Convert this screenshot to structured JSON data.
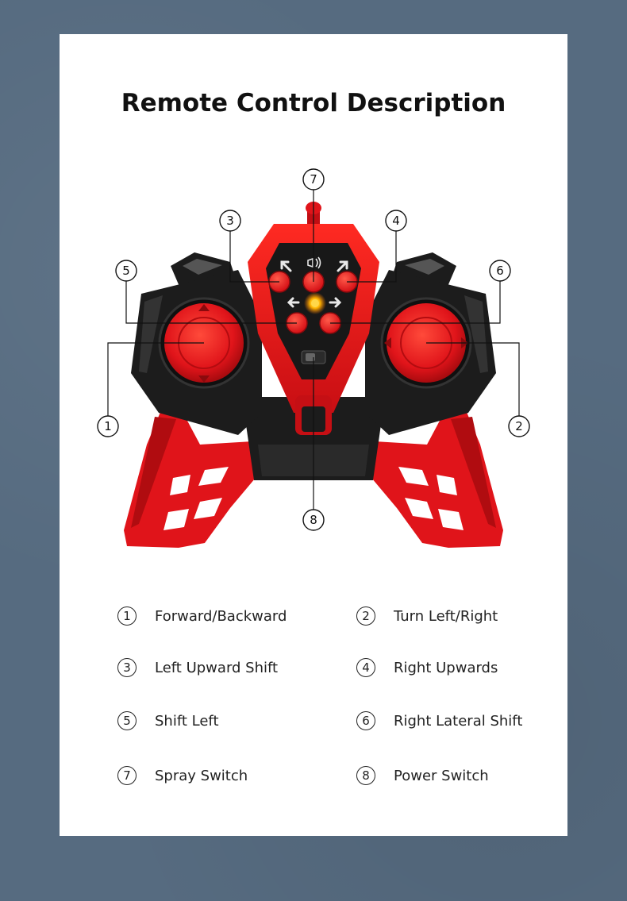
{
  "title": "Remote Control Description",
  "callouts": [
    "1",
    "2",
    "3",
    "4",
    "5",
    "6",
    "7",
    "8"
  ],
  "legend": [
    {
      "num": "1",
      "label": "Forward/Backward"
    },
    {
      "num": "2",
      "label": "Turn Left/Right"
    },
    {
      "num": "3",
      "label": "Left Upward Shift"
    },
    {
      "num": "4",
      "label": "Right Upwards"
    },
    {
      "num": "5",
      "label": "Shift Left"
    },
    {
      "num": "6",
      "label": "Right Lateral Shift"
    },
    {
      "num": "7",
      "label": "Spray Switch"
    },
    {
      "num": "8",
      "label": "Power Switch"
    }
  ],
  "colors": {
    "background": "#566b80",
    "card": "#ffffff",
    "controller_red": "#e0141a",
    "controller_dark": "#1c1c1c",
    "led": "#ffb400"
  },
  "icons": [
    "arrow-up-left-icon",
    "spray-icon",
    "arrow-up-right-icon",
    "arrow-left-icon",
    "arrow-right-icon"
  ]
}
